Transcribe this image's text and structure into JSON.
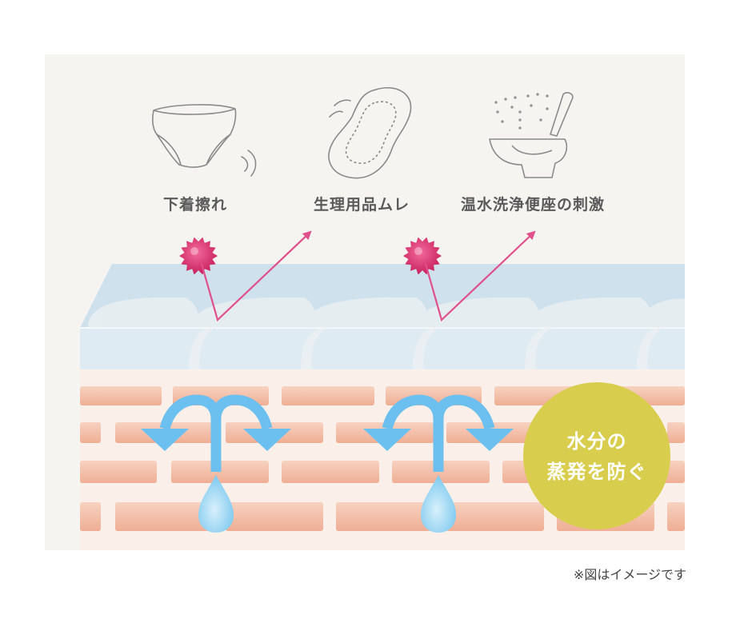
{
  "sources": [
    {
      "label": "下着擦れ",
      "icon": "underwear-icon"
    },
    {
      "label": "生理用品ムレ",
      "icon": "sanitary-pad-icon"
    },
    {
      "label": "温水洗浄便座の刺激",
      "icon": "bidet-toilet-icon"
    }
  ],
  "badge": {
    "line1": "水分の",
    "line2": "蒸発を防ぐ"
  },
  "note": "※図はイメージです",
  "colors": {
    "background": "#f6f4f0",
    "barrier_top": "#cfe2ee",
    "barrier_front": "#deebf3",
    "skin": "#faeee8",
    "brick": "#f2b9a0",
    "arrow_pink": "#e0508a",
    "irritant": "#d8306e",
    "water_arrow": "#6cc0ef",
    "badge": "#d9cd4e"
  }
}
